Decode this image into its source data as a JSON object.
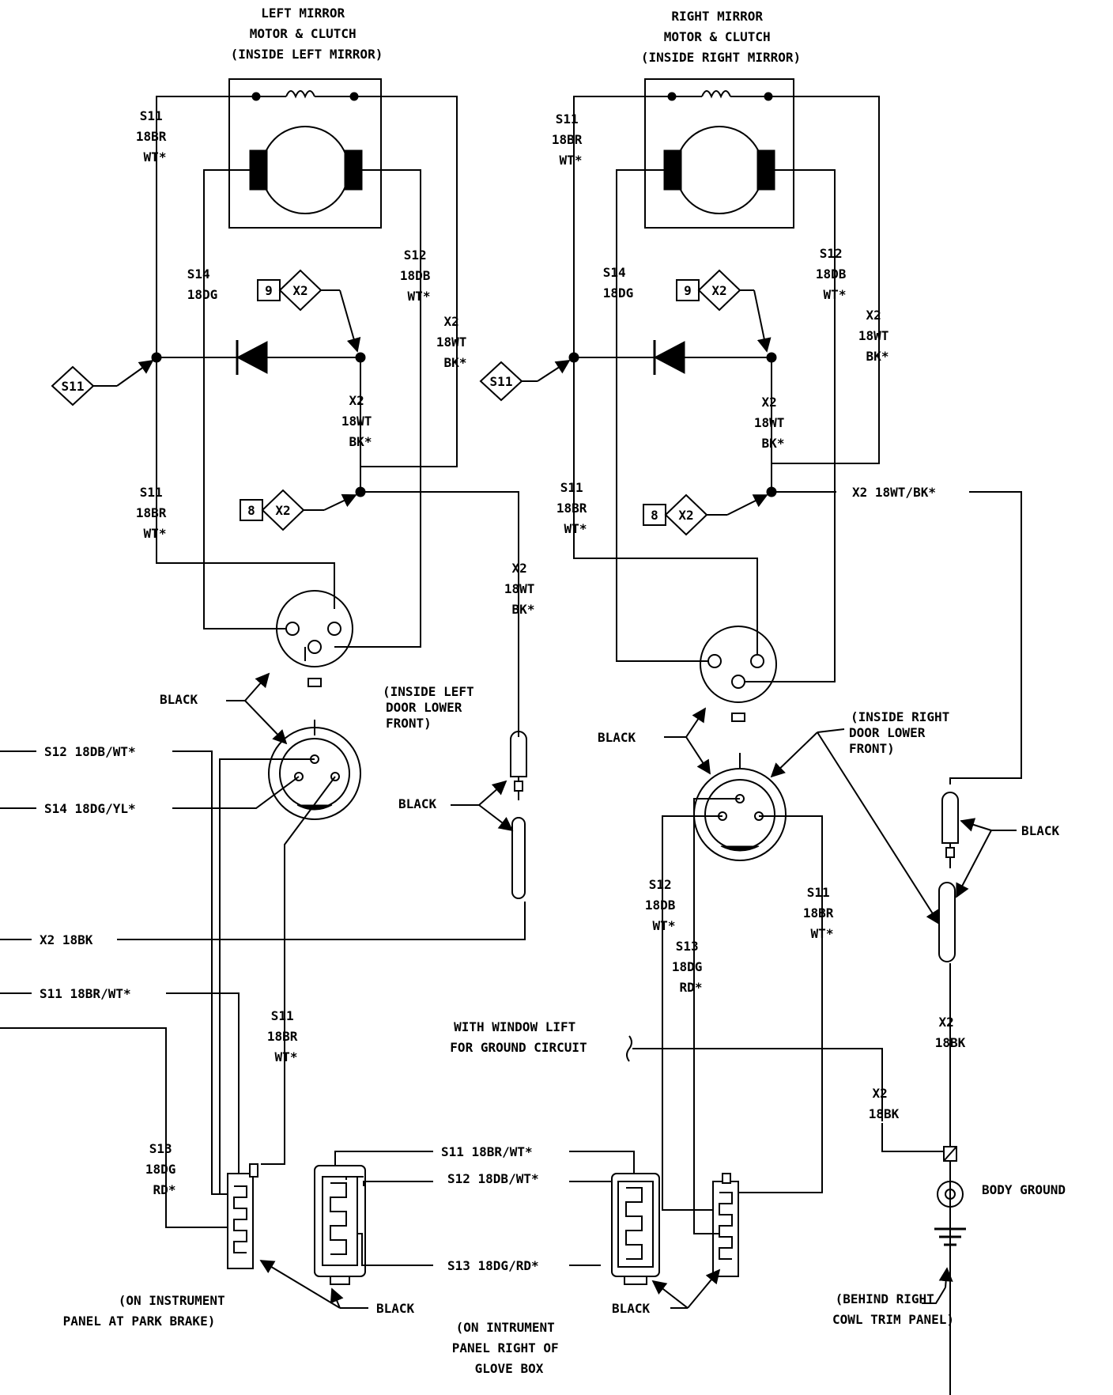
{
  "labels": {
    "left_mirror_title": [
      "LEFT MIRROR",
      "MOTOR & CLUTCH",
      "(INSIDE LEFT MIRROR)"
    ],
    "right_mirror_title": [
      "RIGHT MIRROR",
      "MOTOR & CLUTCH",
      "(INSIDE RIGHT MIRROR)"
    ],
    "left_s11_top": [
      "S11",
      "18BR",
      "WT*"
    ],
    "left_s14": [
      "S14",
      "18DG"
    ],
    "left_s12_top": [
      "S12",
      "18DB",
      "WT*"
    ],
    "left_x2_right": [
      "X2",
      "18WT",
      "BK*"
    ],
    "left_x2_mid": [
      "X2",
      "18WT",
      "BK*"
    ],
    "left_s11_mid": [
      "S11",
      "18BR",
      "WT*"
    ],
    "left_x2_low": [
      "X2",
      "18WT",
      "BK*"
    ],
    "left_door_location": [
      "(INSIDE LEFT",
      "DOOR LOWER",
      "FRONT)"
    ],
    "left_black_connector": "BLACK",
    "left_black_pin": "BLACK",
    "wire_s12_bus": "S12 18DB/WT*",
    "wire_s14_bus": "S14 18DG/YL*",
    "wire_x2_bus": "X2 18BK",
    "wire_s11_bus": "S11 18BR/WT*",
    "left_s11_lower": [
      "S11",
      "18BR",
      "WT*"
    ],
    "left_s13": [
      "S13",
      "18DG",
      "RD*"
    ],
    "left_panel_location": [
      "(ON INSTRUMENT",
      "PANEL AT PARK BRAKE)"
    ],
    "right_s11_top": [
      "S11",
      "18BR",
      "WT*"
    ],
    "right_s14": [
      "S14",
      "18DG"
    ],
    "right_s12_top": [
      "S12",
      "18DB",
      "WT*"
    ],
    "right_x2_far": [
      "X2",
      "18WT",
      "BK*"
    ],
    "right_x2_mid": [
      "X2",
      "18WT",
      "BK*"
    ],
    "right_s11_mid": [
      "S11",
      "18BR",
      "WT*"
    ],
    "right_x2_horizontal": "X2 18WT/BK*",
    "right_door_location": [
      "(INSIDE RIGHT",
      "DOOR LOWER",
      "FRONT)"
    ],
    "right_black_connector": "BLACK",
    "right_black_pin": "BLACK",
    "right_s12_lower": [
      "S12",
      "18DB",
      "WT*"
    ],
    "right_s13_lower": [
      "S13",
      "18DG",
      "RD*"
    ],
    "right_s11_lower": [
      "S11",
      "18BR",
      "WT*"
    ],
    "right_x2_ground": [
      "X2",
      "18BK"
    ],
    "window_lift_note": [
      "WITH WINDOW LIFT",
      "FOR GROUND CIRCUIT"
    ],
    "window_x2": [
      "X2",
      "18BK"
    ],
    "body_ground": "BODY GROUND",
    "body_ground_location": [
      "(BEHIND RIGHT",
      "COWL TRIM PANEL)"
    ],
    "center_s11": "S11 18BR/WT*",
    "center_s12": "S12 18DB/WT*",
    "center_s13": "S13 18DG/RD*",
    "center_black_left": "BLACK",
    "center_black_right": "BLACK",
    "center_location": [
      "(ON INTRUMENT",
      "PANEL RIGHT OF",
      "GLOVE BOX"
    ]
  },
  "callouts": {
    "left_s11_diamond": "S11",
    "left_x2_upper_num": "9",
    "left_x2_upper_diamond": "X2",
    "left_x2_lower_num": "8",
    "left_x2_lower_diamond": "X2",
    "right_s11_diamond": "S11",
    "right_x2_upper_num": "9",
    "right_x2_upper_diamond": "X2",
    "right_x2_lower_num": "8",
    "right_x2_lower_diamond": "X2"
  }
}
